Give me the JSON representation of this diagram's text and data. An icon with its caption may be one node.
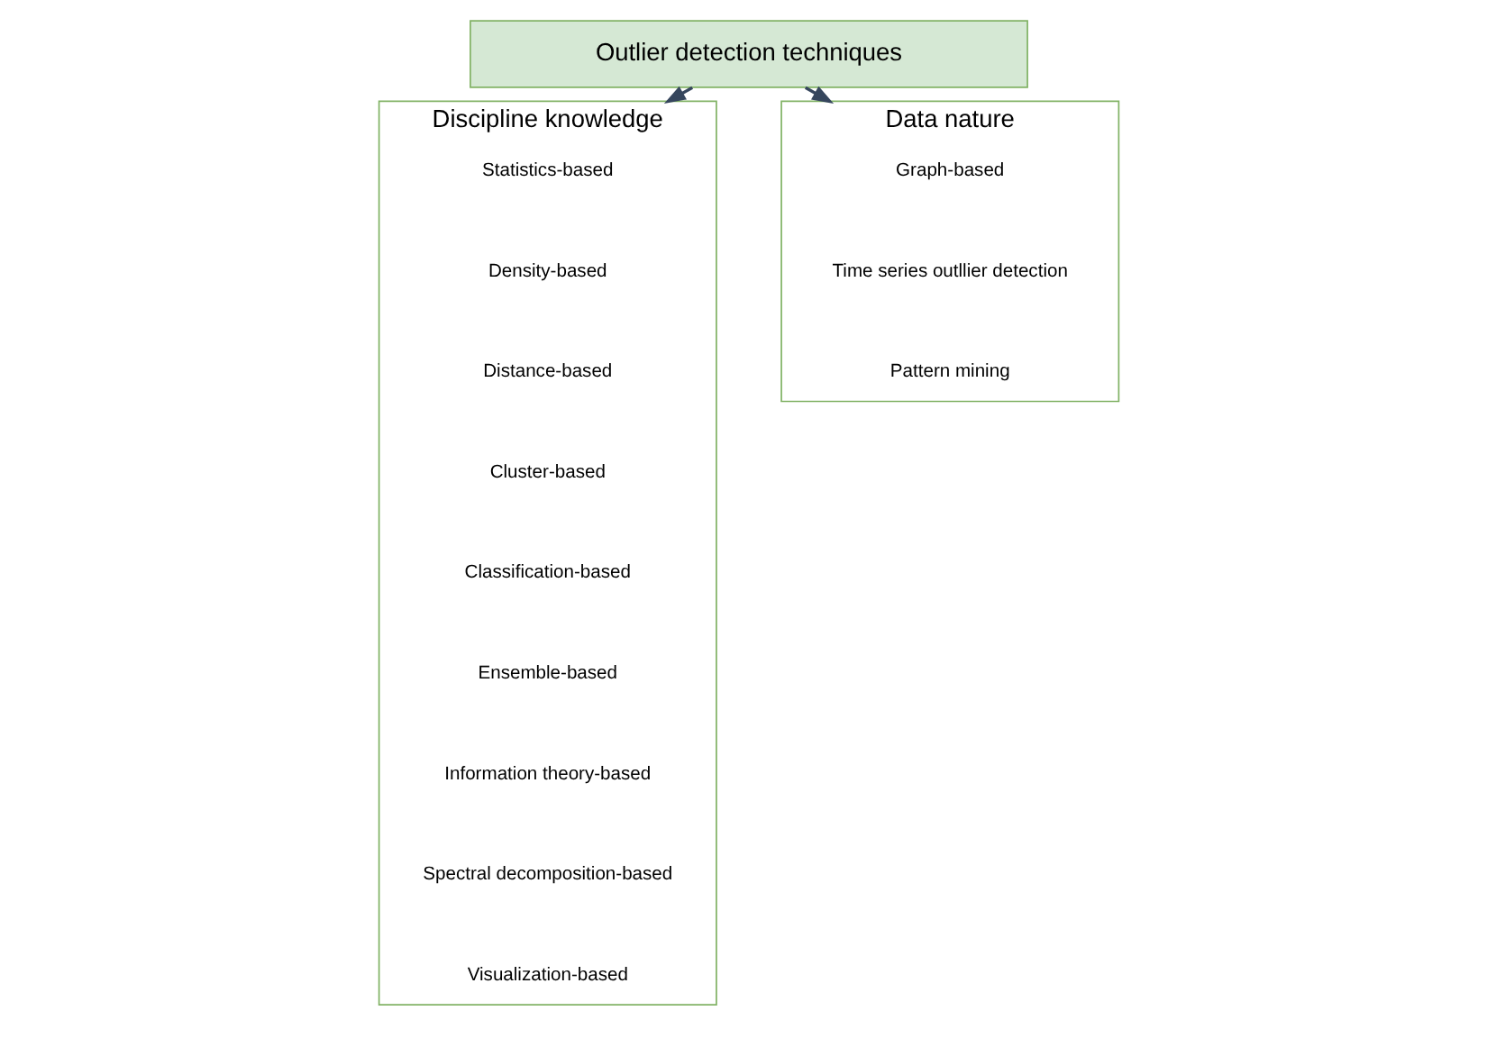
{
  "diagram": {
    "nodes": [
      {
        "text": [
          "Outlier detection techniques"
        ]
      },
      {
        "text": [
          "Discipline knowledge"
        ]
      },
      {
        "text": [
          "Statistics-based"
        ],
        "in": 1
      },
      {
        "text": [
          "Density-based"
        ],
        "in": 1
      },
      {
        "text": [
          "Distance-based"
        ],
        "in": 1
      },
      {
        "text": [
          "Cluster-based"
        ],
        "in": 1
      },
      {
        "text": [
          "Classification-based"
        ],
        "in": 1
      },
      {
        "text": [
          "Ensemble-based"
        ],
        "in": 1
      },
      {
        "text": [
          "Information theory-based"
        ],
        "in": 1
      },
      {
        "text": [
          "Spectral decomposition-based"
        ],
        "in": 1
      },
      {
        "text": [
          "Visualization-based"
        ],
        "in": 1
      },
      {
        "text": [
          "Data nature"
        ]
      },
      {
        "text": [
          "Graph-based"
        ],
        "in": 11
      },
      {
        "text": [
          "Time series outllier detection"
        ],
        "in": 11
      },
      {
        "text": [
          "Pattern mining"
        ],
        "in": 11
      }
    ],
    "edges": [
      {
        "from": 0,
        "to": 1,
        "arrow": "to"
      },
      {
        "from": 0,
        "to": 11,
        "arrow": "to"
      }
    ]
  }
}
